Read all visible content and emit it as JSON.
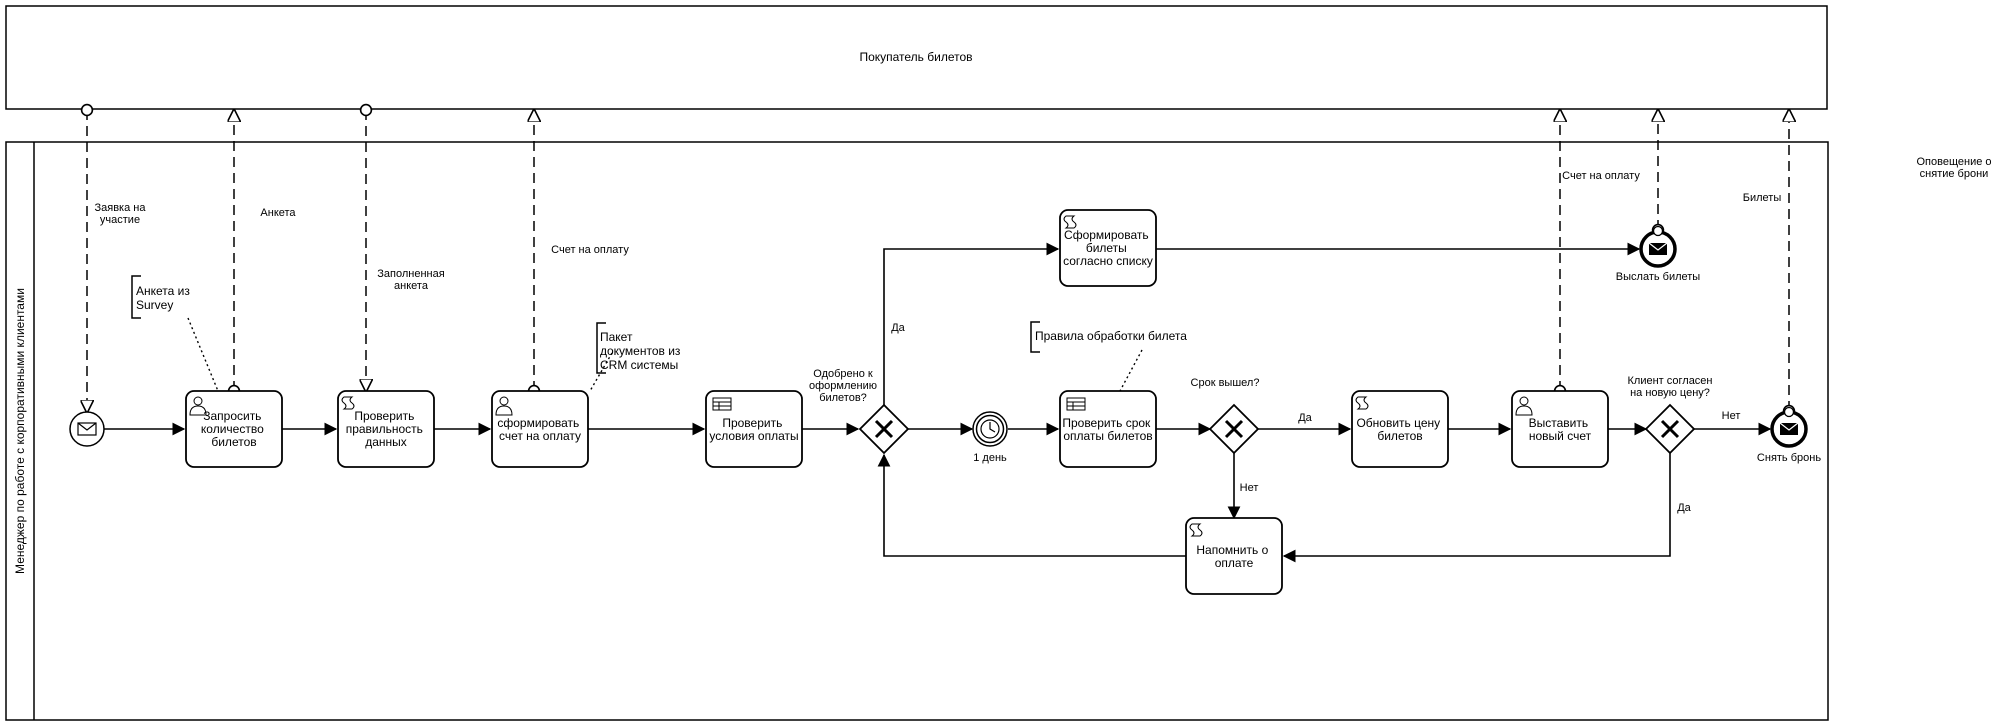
{
  "pools": {
    "customer": "Покупатель билетов",
    "manager": "Менеджер по работе с корпоративными клиентами"
  },
  "tasks": {
    "request_count": [
      "Запросить",
      "количество",
      "билетов"
    ],
    "check_data": [
      "Проверить",
      "правильность",
      "данных"
    ],
    "create_invoice": [
      "сформировать",
      "счет на оплату"
    ],
    "check_terms": [
      "Проверить",
      "условия оплаты"
    ],
    "create_tickets": [
      "Сформировать",
      "билеты",
      "согласно списку"
    ],
    "check_deadline": [
      "Проверить срок",
      "оплаты билетов"
    ],
    "update_price": [
      "Обновить цену",
      "билетов"
    ],
    "issue_invoice": [
      "Выставить",
      "новый счет"
    ],
    "remind": [
      "Напомнить о",
      "оплате"
    ]
  },
  "gateways": {
    "approved": [
      "Одобрено к",
      "оформлению",
      "билетов?"
    ],
    "expired": [
      "Срок вышел?"
    ],
    "agree": [
      "Клиент согласен",
      "на новую цену?"
    ]
  },
  "events": {
    "timer": "1 день",
    "send_tickets": "Выслать билеты",
    "cancel": "Снять бронь"
  },
  "flows": {
    "yes": "Да",
    "no": "Нет"
  },
  "messages": {
    "application": [
      "Заявка на",
      "участие"
    ],
    "form": "Анкета",
    "filled_form": [
      "Заполненная",
      "анкета"
    ],
    "invoice": "Счет на оплату",
    "invoice_new": "Счет на оплату",
    "tickets": "Билеты",
    "cancel_notice": [
      "Оповещение о",
      "снятие брони"
    ]
  },
  "annotations": {
    "survey": [
      "Анкета из",
      "Survey"
    ],
    "crm": [
      "Пакет",
      "документов из",
      "CRM системы"
    ],
    "rules": [
      "Правила обработки билета"
    ]
  }
}
